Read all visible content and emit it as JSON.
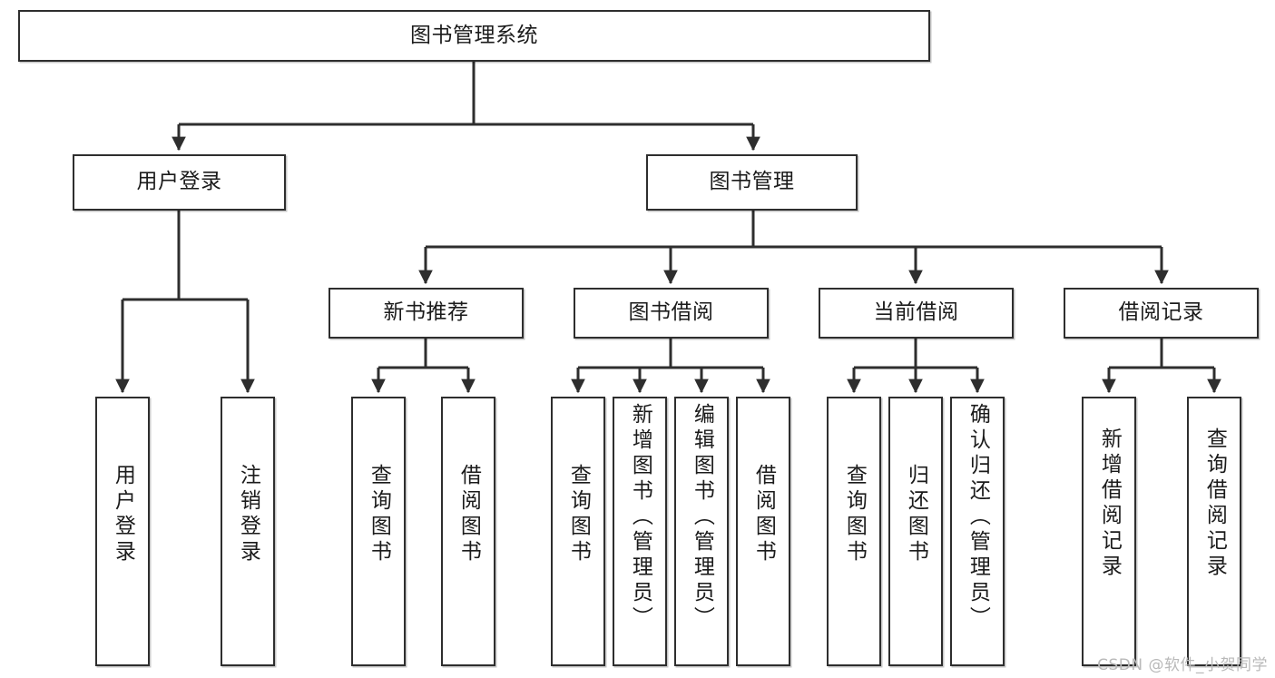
{
  "diagram": {
    "title": "图书管理系统",
    "type": "hierarchy-tree",
    "stroke_color": "#2e2e2e",
    "fill_color": "#ffffff",
    "text_color": "#1b1b1b",
    "root": {
      "id": "root",
      "label": "图书管理系统"
    },
    "level2": [
      {
        "id": "user-login",
        "label": "用户登录"
      },
      {
        "id": "book-management",
        "label": "图书管理"
      }
    ],
    "level3": [
      {
        "id": "new-book-recommend",
        "label": "新书推荐"
      },
      {
        "id": "book-borrow",
        "label": "图书借阅"
      },
      {
        "id": "current-borrow",
        "label": "当前借阅"
      },
      {
        "id": "borrow-record",
        "label": "借阅记录"
      }
    ],
    "leaves": [
      {
        "id": "leaf-user-login",
        "label": "用户登录",
        "parent": "user-login"
      },
      {
        "id": "leaf-user-logout",
        "label": "注销登录",
        "parent": "user-login"
      },
      {
        "id": "leaf-query-book-1",
        "label": "查询图书",
        "parent": "new-book-recommend"
      },
      {
        "id": "leaf-borrow-book-1",
        "label": "借阅图书",
        "parent": "new-book-recommend"
      },
      {
        "id": "leaf-query-book-2",
        "label": "查询图书",
        "parent": "book-borrow"
      },
      {
        "id": "leaf-add-book",
        "label": "新增图书（管理员）",
        "parent": "book-borrow"
      },
      {
        "id": "leaf-edit-book",
        "label": "编辑图书（管理员）",
        "parent": "book-borrow"
      },
      {
        "id": "leaf-borrow-book-2",
        "label": "借阅图书",
        "parent": "book-borrow"
      },
      {
        "id": "leaf-query-book-3",
        "label": "查询图书",
        "parent": "current-borrow"
      },
      {
        "id": "leaf-return-book",
        "label": "归还图书",
        "parent": "current-borrow"
      },
      {
        "id": "leaf-confirm-return",
        "label": "确认归还（管理员）",
        "parent": "current-borrow"
      },
      {
        "id": "leaf-add-record",
        "label": "新增借阅记录",
        "parent": "borrow-record"
      },
      {
        "id": "leaf-query-record",
        "label": "查询借阅记录",
        "parent": "borrow-record"
      }
    ]
  },
  "watermark": {
    "text": "CSDN @软件_小贺同学"
  }
}
